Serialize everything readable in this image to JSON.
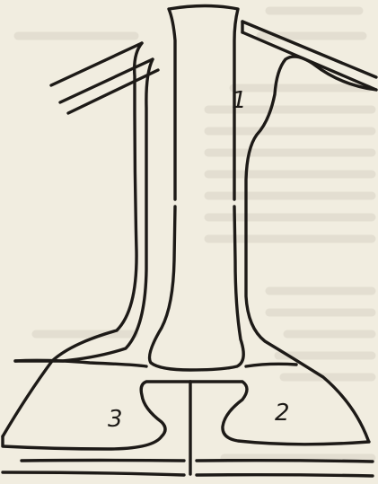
{
  "diagram": {
    "labels": {
      "one": "1",
      "two": "2",
      "three": "3"
    }
  }
}
